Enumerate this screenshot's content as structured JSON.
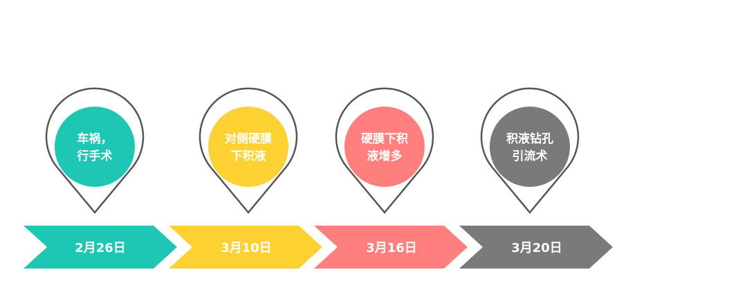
{
  "timeline": {
    "events": [
      {
        "lines": [
          "车祸，",
          "行手术"
        ],
        "date": "2月26日",
        "color": "#1ec7b4"
      },
      {
        "lines": [
          "对侧硬膜",
          "下积液"
        ],
        "date": "3月10日",
        "color": "#fcd131"
      },
      {
        "lines": [
          "硬膜下积",
          "液增多"
        ],
        "date": "3月16日",
        "color": "#ff7f7f"
      },
      {
        "lines": [
          "积液钻孔",
          "引流术"
        ],
        "date": "3月20日",
        "color": "#7a7a7a"
      }
    ],
    "outline_color": "#555555"
  }
}
